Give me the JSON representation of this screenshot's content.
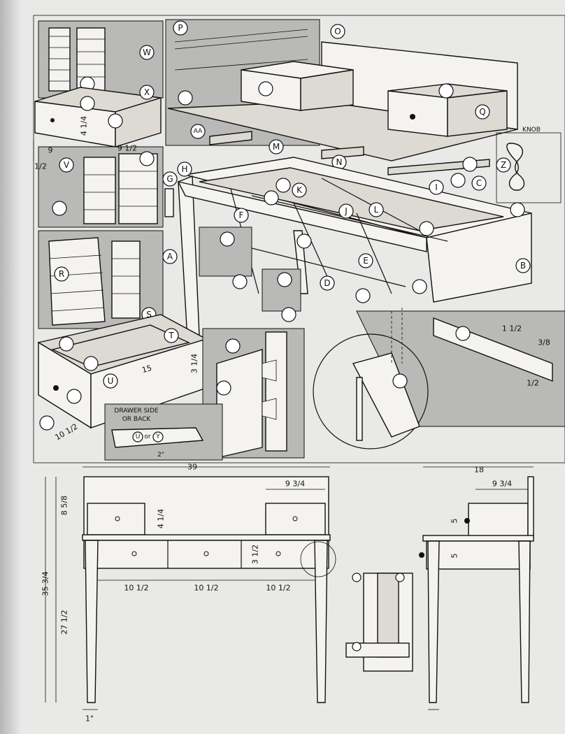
{
  "part_labels": [
    "A",
    "B",
    "C",
    "D",
    "E",
    "F",
    "G",
    "H",
    "I",
    "J",
    "K",
    "L",
    "M",
    "N",
    "O",
    "P",
    "Q",
    "R",
    "S",
    "T",
    "U",
    "V",
    "W",
    "X",
    "Y",
    "Z",
    "AA"
  ],
  "knob_detail": {
    "title": "KNOB"
  },
  "drawer_note": {
    "line1": "DRAWER SIDE",
    "line2": "OR BACK",
    "u": "U",
    "or": "or",
    "y": "Y",
    "dim_2": "2\""
  },
  "dimensions": {
    "front_width": "39",
    "top_height": "8 5/8",
    "overall_height": "35 3/4",
    "leg_height": "27 1/2",
    "drawer_width_left": "10 1/2",
    "drawer_width_mid": "10 1/2",
    "drawer_width_right": "10 1/2",
    "small_drawer_height": "4 1/4",
    "small_drawer_width": "9 3/4",
    "apron_drawer_height": "3 1/2",
    "side_depth": "18",
    "side_drawer_depth": "9 3/4",
    "side_height_upper": "5",
    "side_height_lower": "5",
    "leg_foot": "1\"",
    "drawer_length": "15",
    "drawer_height": "3 1/4",
    "drawer_depth_label": "10 1/2",
    "box_length": "9",
    "box_height": "4 1/4",
    "box_depth": "9 1/2",
    "v_dim": "1/2",
    "d_dim1": "1 1/2",
    "d_dim2": "3/8",
    "d_dim3": "1/2"
  }
}
